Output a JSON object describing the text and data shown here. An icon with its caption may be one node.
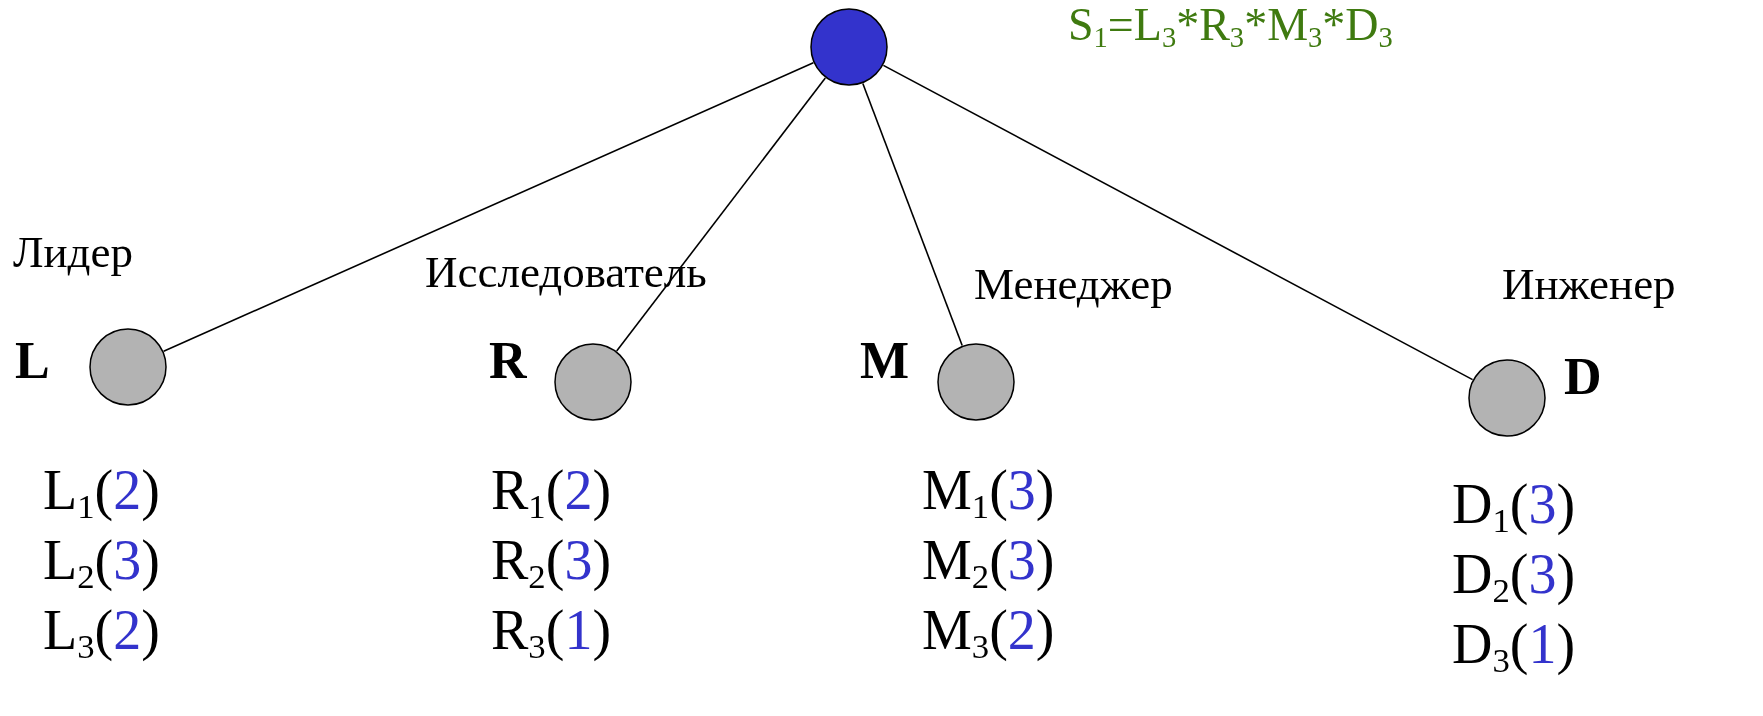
{
  "diagram": {
    "nodes": [
      {
        "text": [],
        "shape": "circle",
        "beside": [
          "S$_{1}$=L$_{3}$*R$_{3}$*M$_{3}$*D$_{3}$"
        ]
      },
      {
        "text": [],
        "shape": "circle",
        "beside": [
          "Лидер",
          "L"
        ]
      },
      {
        "text": [],
        "shape": "circle",
        "beside": [
          "Исследователь",
          "R"
        ]
      },
      {
        "text": [],
        "shape": "circle",
        "beside": [
          "Менеджер",
          "M"
        ]
      },
      {
        "text": [],
        "shape": "circle",
        "beside": [
          "Инженер",
          "D"
        ]
      }
    ],
    "edges": [
      {
        "from": 0,
        "to": 1,
        "arrow": "none"
      },
      {
        "from": 0,
        "to": 2,
        "arrow": "none"
      },
      {
        "from": 0,
        "to": 3,
        "arrow": "none"
      },
      {
        "from": 0,
        "to": 4,
        "arrow": "none"
      }
    ],
    "labels": [
      "L$_{1}$(2)",
      "R$_{1}$(2)",
      "M$_{1}$(3)",
      "D$_{1}$(3)",
      "L$_{2}$(3)",
      "R$_{2}$(3)",
      "M$_{2}$(3)",
      "D$_{2}$(3)",
      "L$_{3}$(2)",
      "R$_{3}$(1)",
      "M$_{3}$(2)",
      "D$_{3}$(1)"
    ]
  }
}
